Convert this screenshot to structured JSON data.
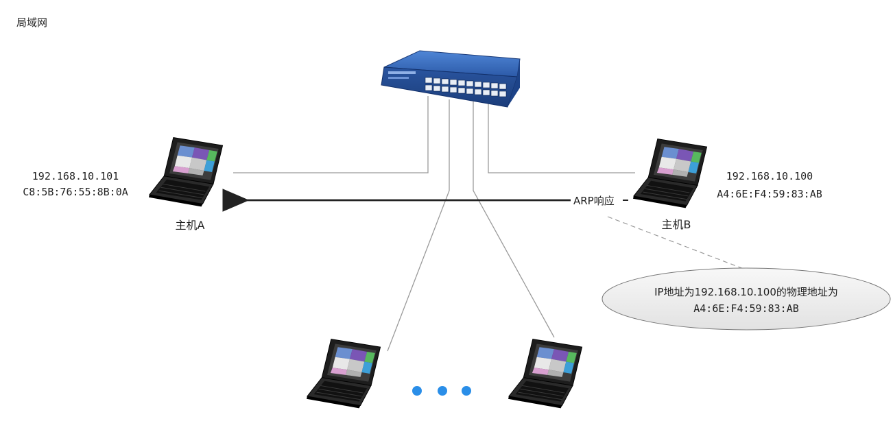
{
  "diagram": {
    "title": "局域网",
    "host_a": {
      "name": "主机A",
      "ip": "192.168.10.101",
      "mac": "C8:5B:76:55:8B:0A"
    },
    "host_b": {
      "name": "主机B",
      "ip": "192.168.10.100",
      "mac": "A4:6E:F4:59:83:AB"
    },
    "arrow_label": "ARP响应",
    "callout": {
      "line1": "IP地址为192.168.10.100的物理地址为",
      "line2": "A4:6E:F4:59:83:AB"
    },
    "colors": {
      "switch_blue": "#2f5fb0",
      "ellipsis_dots": "#2a8ee8",
      "lines": "#9a9a9a",
      "arrow": "#222222"
    }
  }
}
